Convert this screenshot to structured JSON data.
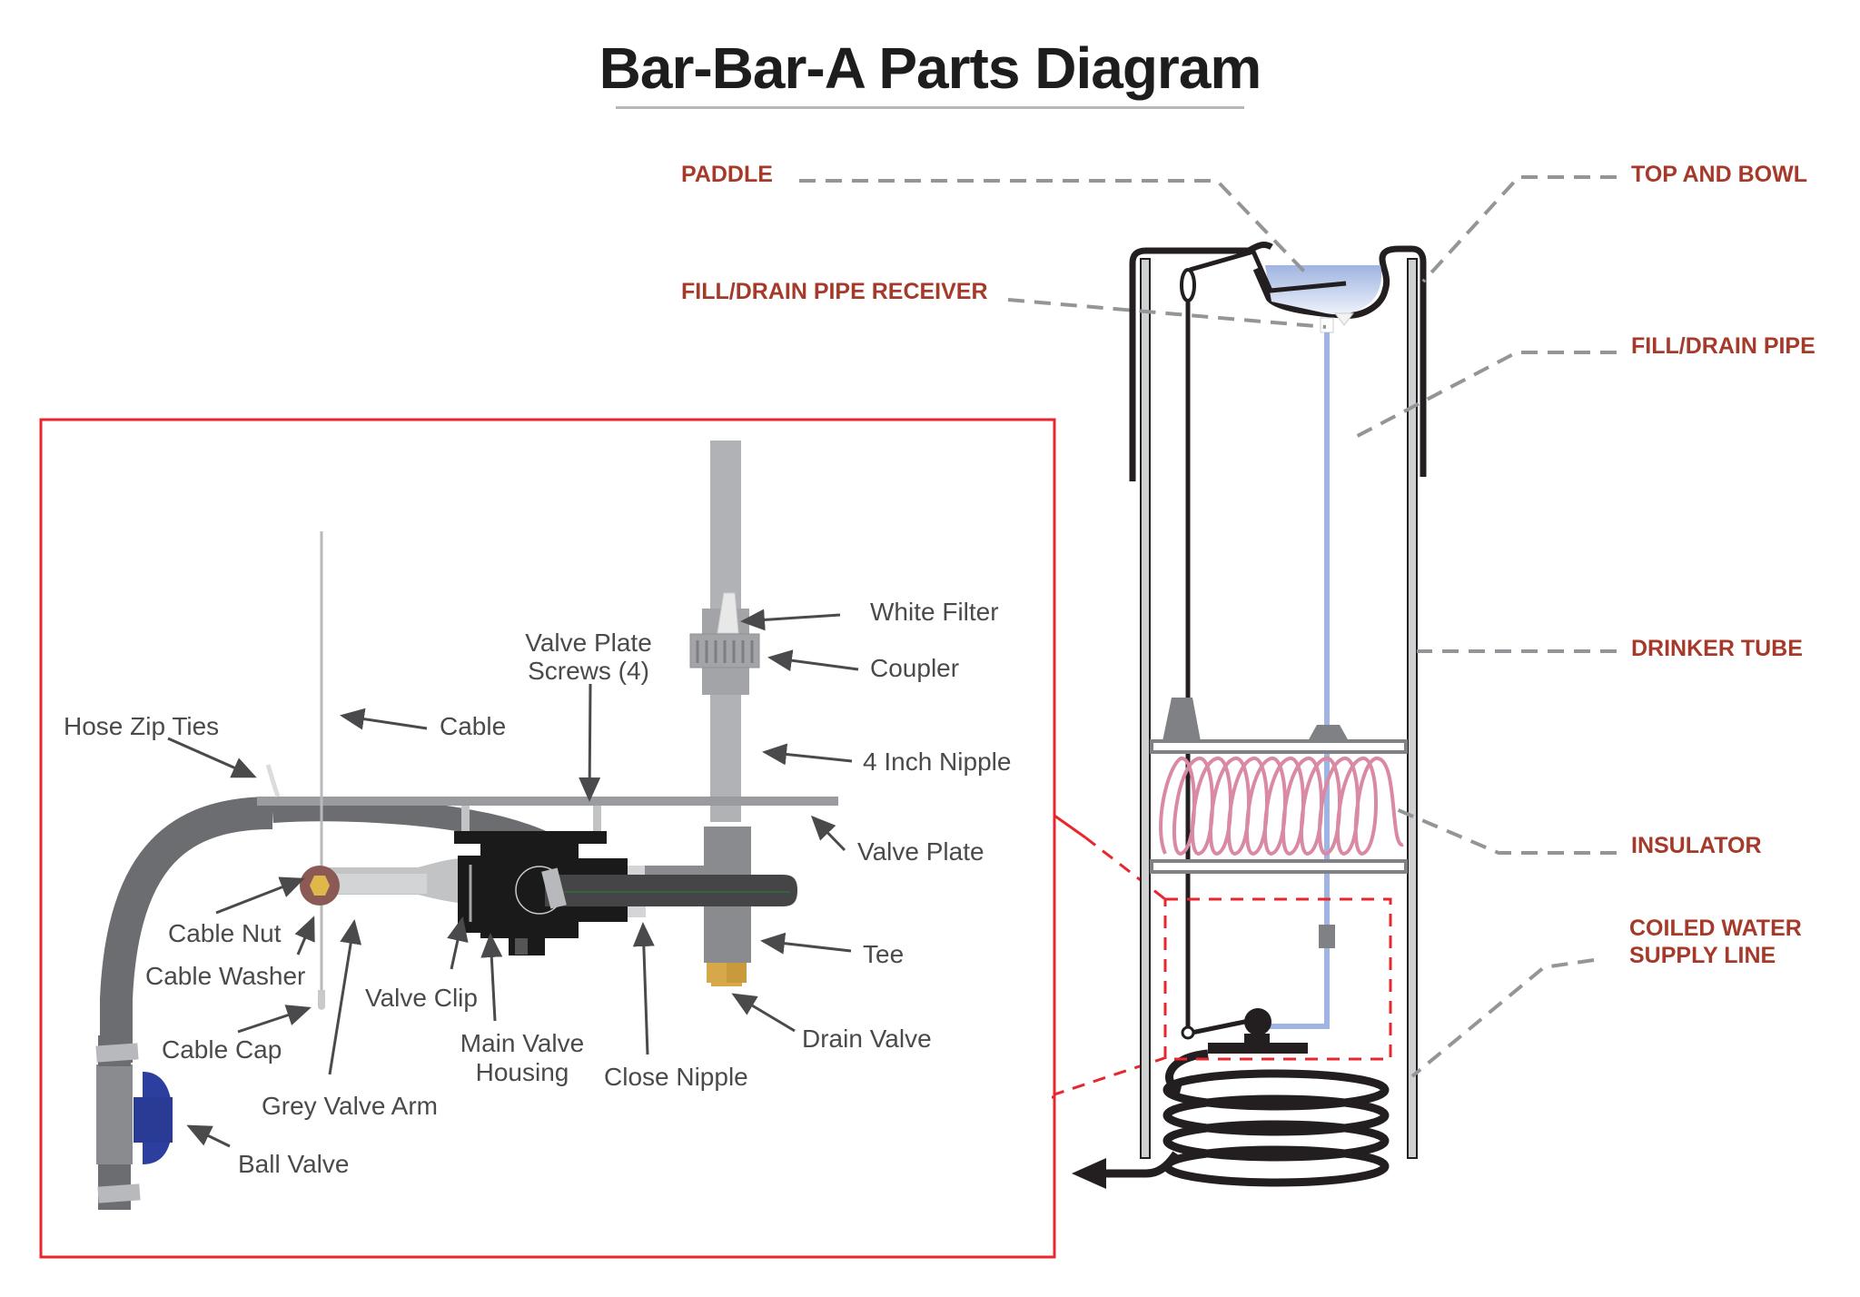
{
  "title": "Bar-Bar-A Parts Diagram",
  "colors": {
    "callout_text": "#a63a2a",
    "part_label_text": "#4a4a4c",
    "detail_frame": "#e8262d",
    "leader_dash": "#939598",
    "water": "#9fb4e0",
    "insulator": "#d98aa2",
    "ball_valve": "#2c3f9e",
    "brass": "#d6a84a"
  },
  "drinker_callouts": [
    {
      "id": "paddle",
      "label": "PADDLE"
    },
    {
      "id": "fill-drain-pipe-receiver",
      "label": "FILL/DRAIN PIPE RECEIVER"
    },
    {
      "id": "top-and-bowl",
      "label": "TOP AND BOWL"
    },
    {
      "id": "fill-drain-pipe",
      "label": "FILL/DRAIN PIPE"
    },
    {
      "id": "drinker-tube",
      "label": "DRINKER TUBE"
    },
    {
      "id": "insulator",
      "label": "INSULATOR"
    },
    {
      "id": "coiled-water-supply-line",
      "lines": [
        "COILED WATER",
        "SUPPLY LINE"
      ]
    }
  ],
  "valve_parts": [
    {
      "id": "white-filter",
      "label": "White Filter"
    },
    {
      "id": "coupler",
      "label": "Coupler"
    },
    {
      "id": "valve-plate-screws",
      "lines": [
        "Valve Plate",
        "Screws (4)"
      ]
    },
    {
      "id": "hose-zip-ties",
      "label": "Hose Zip Ties"
    },
    {
      "id": "cable",
      "label": "Cable"
    },
    {
      "id": "four-inch-nipple",
      "label": "4 Inch Nipple"
    },
    {
      "id": "valve-plate",
      "label": "Valve Plate"
    },
    {
      "id": "cable-nut",
      "label": "Cable Nut"
    },
    {
      "id": "cable-washer",
      "label": "Cable Washer"
    },
    {
      "id": "valve-clip",
      "label": "Valve Clip"
    },
    {
      "id": "tee",
      "label": "Tee"
    },
    {
      "id": "main-valve-housing",
      "lines": [
        "Main Valve",
        "Housing"
      ]
    },
    {
      "id": "drain-valve",
      "label": "Drain Valve"
    },
    {
      "id": "cable-cap",
      "label": "Cable Cap"
    },
    {
      "id": "close-nipple",
      "label": "Close Nipple"
    },
    {
      "id": "grey-valve-arm",
      "label": "Grey Valve Arm"
    },
    {
      "id": "ball-valve",
      "label": "Ball Valve"
    }
  ]
}
